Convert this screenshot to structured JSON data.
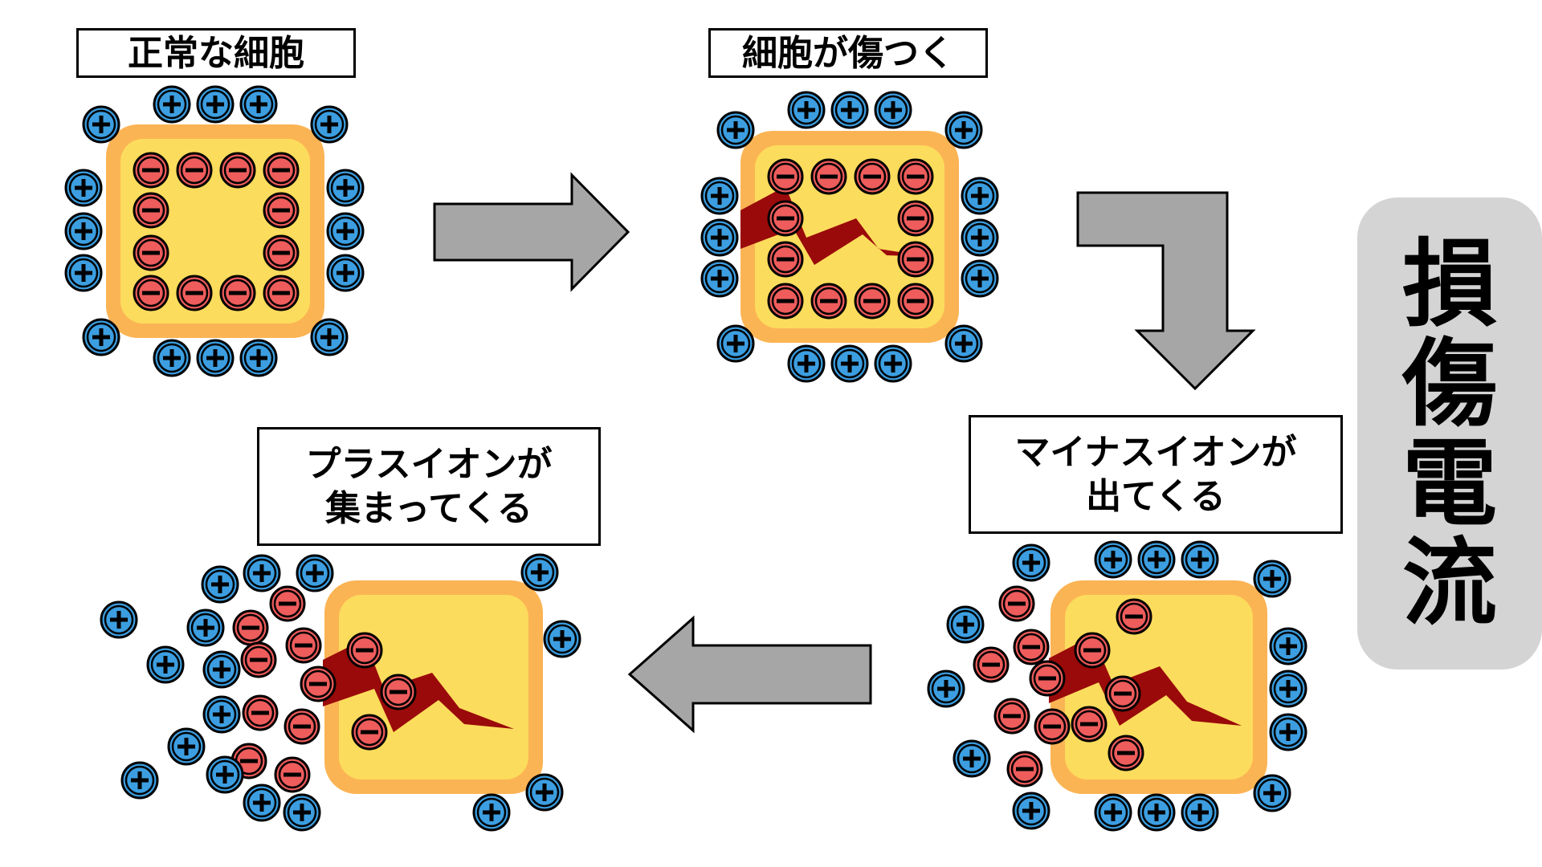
{
  "labels": {
    "normal_cell": "正常な細胞",
    "cell_damaged": "細胞が傷つく",
    "minus_ions_line1": "マイナスイオンが",
    "minus_ions_line2": "出てくる",
    "plus_ions_line1": "プラスイオンが",
    "plus_ions_line2": "集まってくる"
  },
  "term": [
    "損",
    "傷",
    "電",
    "流"
  ],
  "colors": {
    "cell_outer": "#fbb454",
    "cell_inner": "#fcdc5c",
    "positive_ion": "#3c9ee0",
    "negative_ion": "#ee5c5c",
    "lightning": "#9a0a0a",
    "arrow_fill": "#a6a6a6",
    "pill_bg": "#d4d4d4"
  },
  "icons": {
    "positive": "plus-ion-icon",
    "negative": "minus-ion-icon",
    "damage": "lightning-icon",
    "flow": "arrow-icon"
  }
}
